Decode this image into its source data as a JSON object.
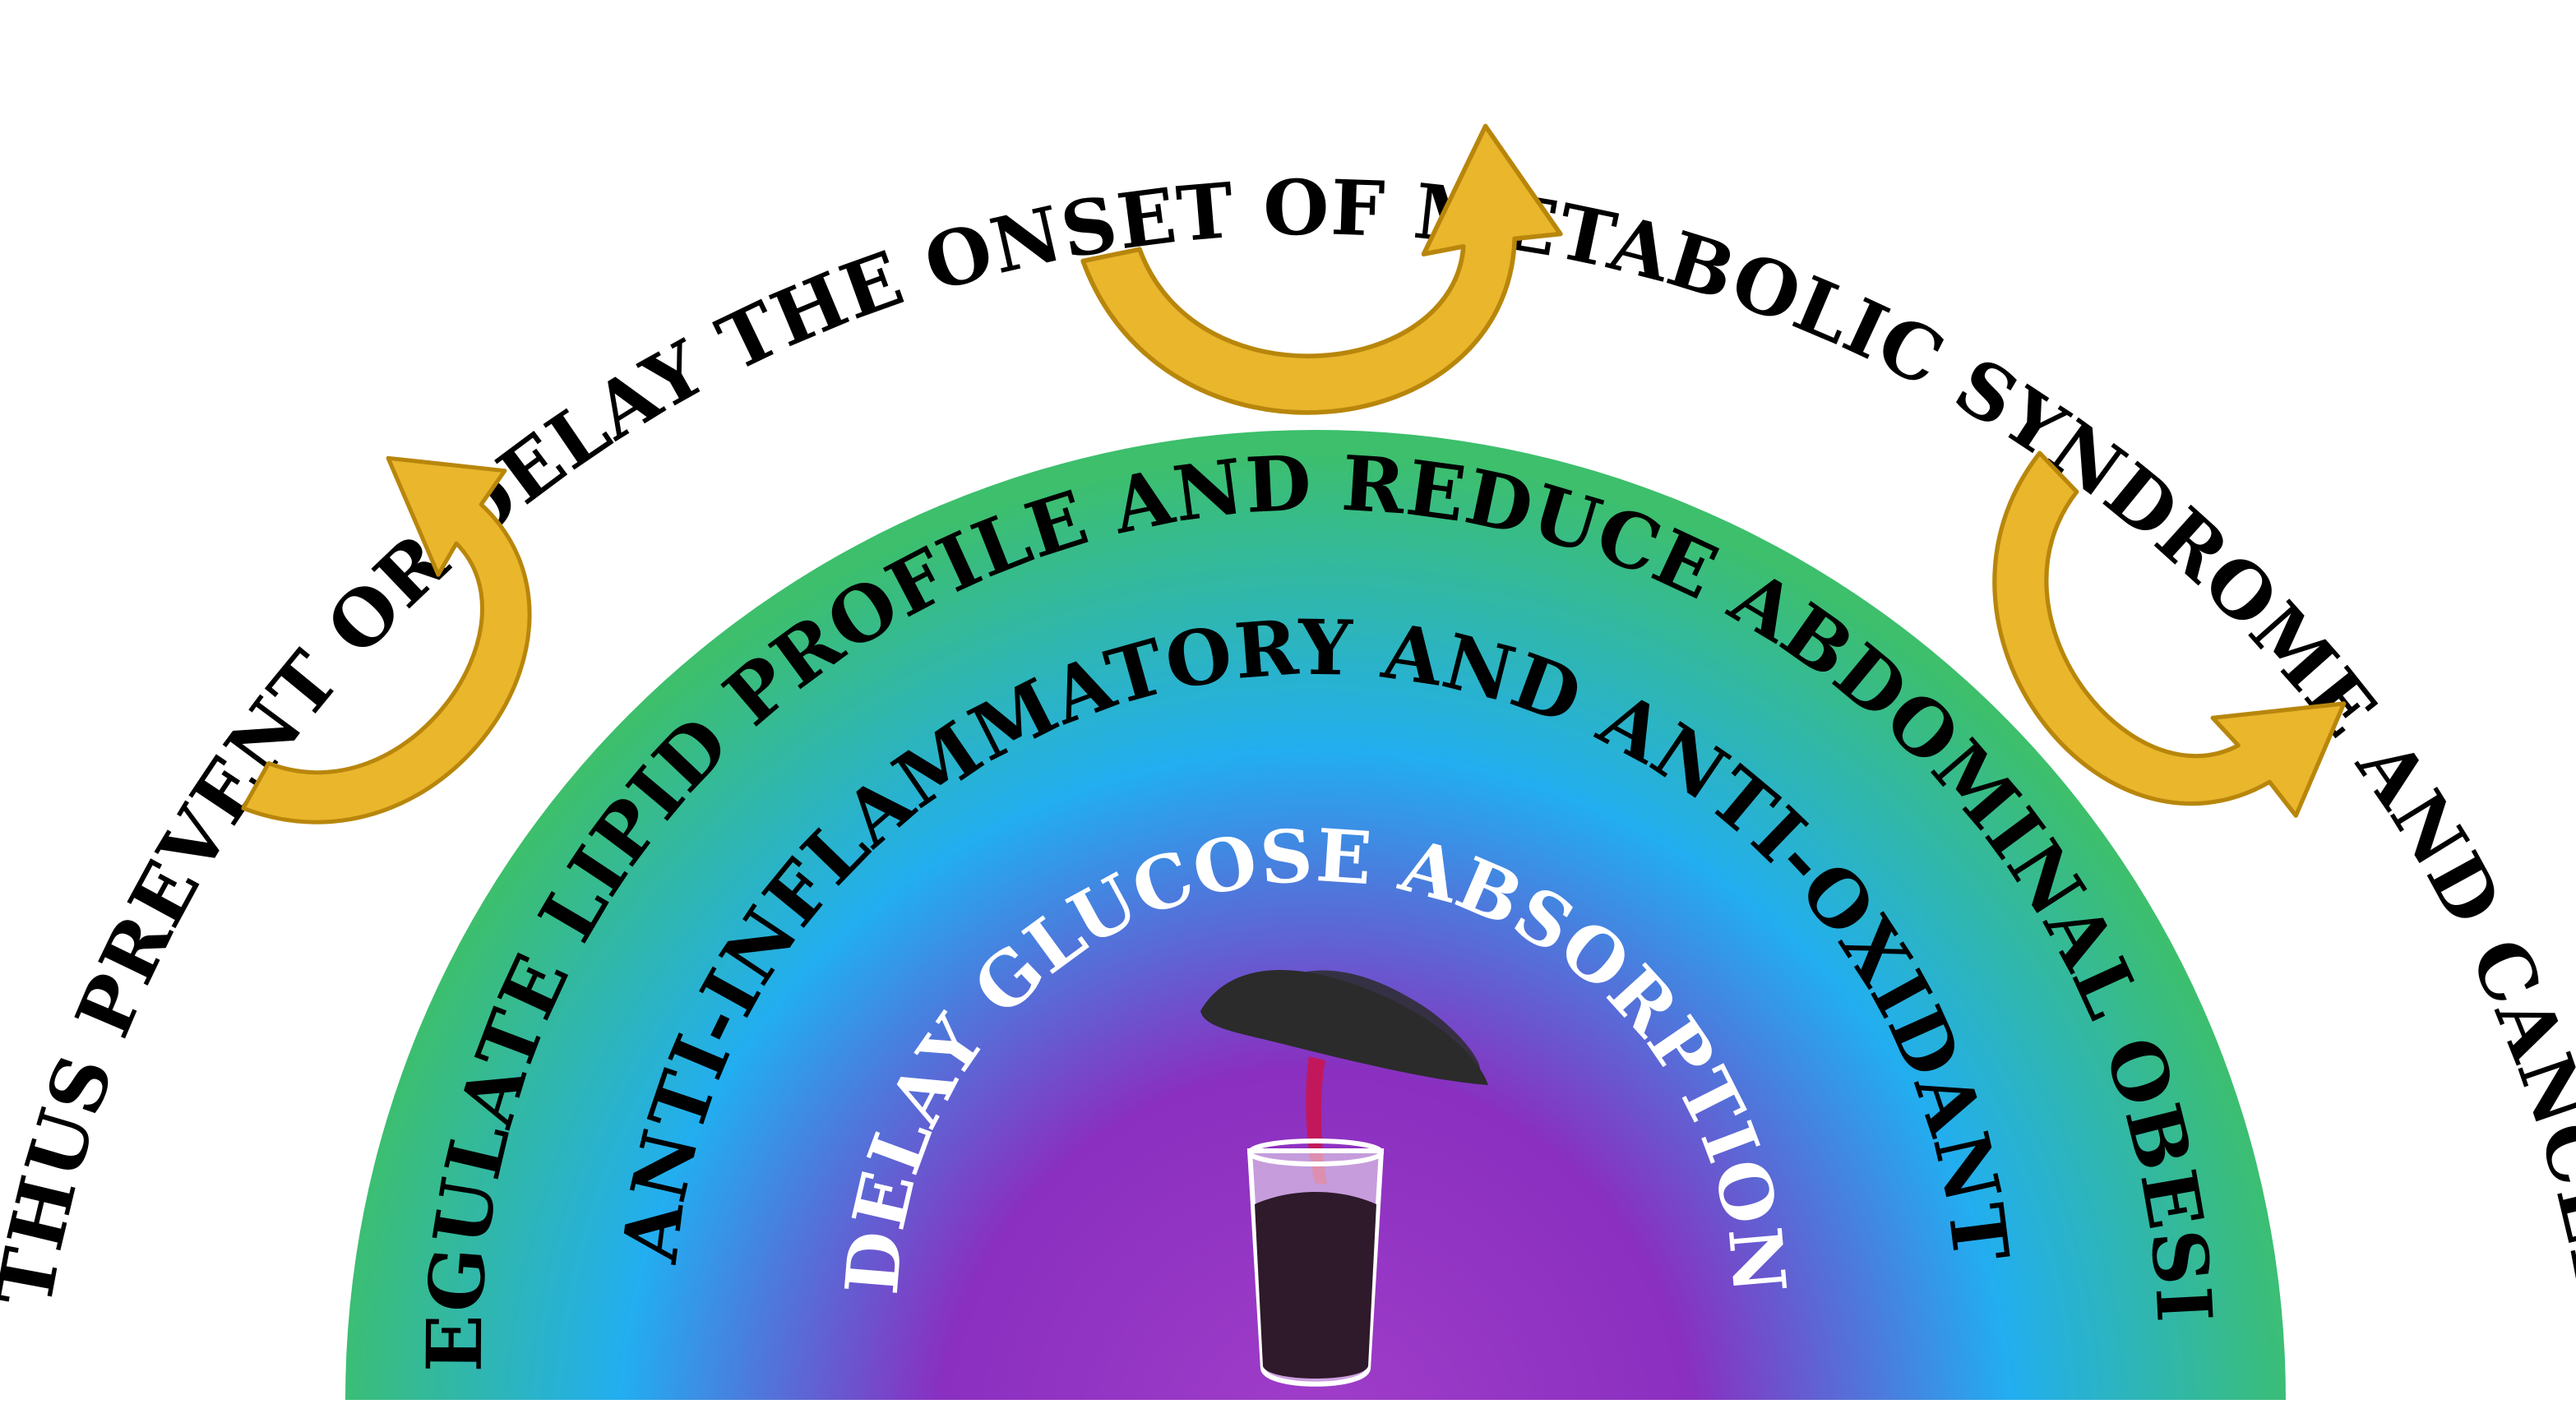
{
  "outer_text": "THUS PREVENT OR DELAY THE ONSET OF METABOLIC SYNDROME AND CANCER",
  "layers": [
    {
      "text": "REGULATE LIPID PROFILE AND REDUCE ABDOMINAL OBESITY",
      "color": "#000000"
    },
    {
      "text": "ANTI-INFLAMMATORY AND ANTI-OXIDANT",
      "color": "#000000"
    },
    {
      "text": "DELAY GLUCOSE ABSORPTION",
      "color": "#ffffff"
    }
  ],
  "colors": {
    "gradient_outer": "#3dbf6c",
    "gradient_mid": "#22aef0",
    "gradient_inner": "#8a2fc0",
    "gradient_center": "#a13ec9",
    "arrow_fill": "#e9b62c",
    "arrow_stroke": "#b8860b",
    "juice": "#2e1a2a",
    "pour_stream": "#c2185b",
    "carrot": "#2b2b2b"
  },
  "icons": [
    "curved-arrow-icon",
    "black-carrot-icon",
    "juice-glass-icon"
  ]
}
